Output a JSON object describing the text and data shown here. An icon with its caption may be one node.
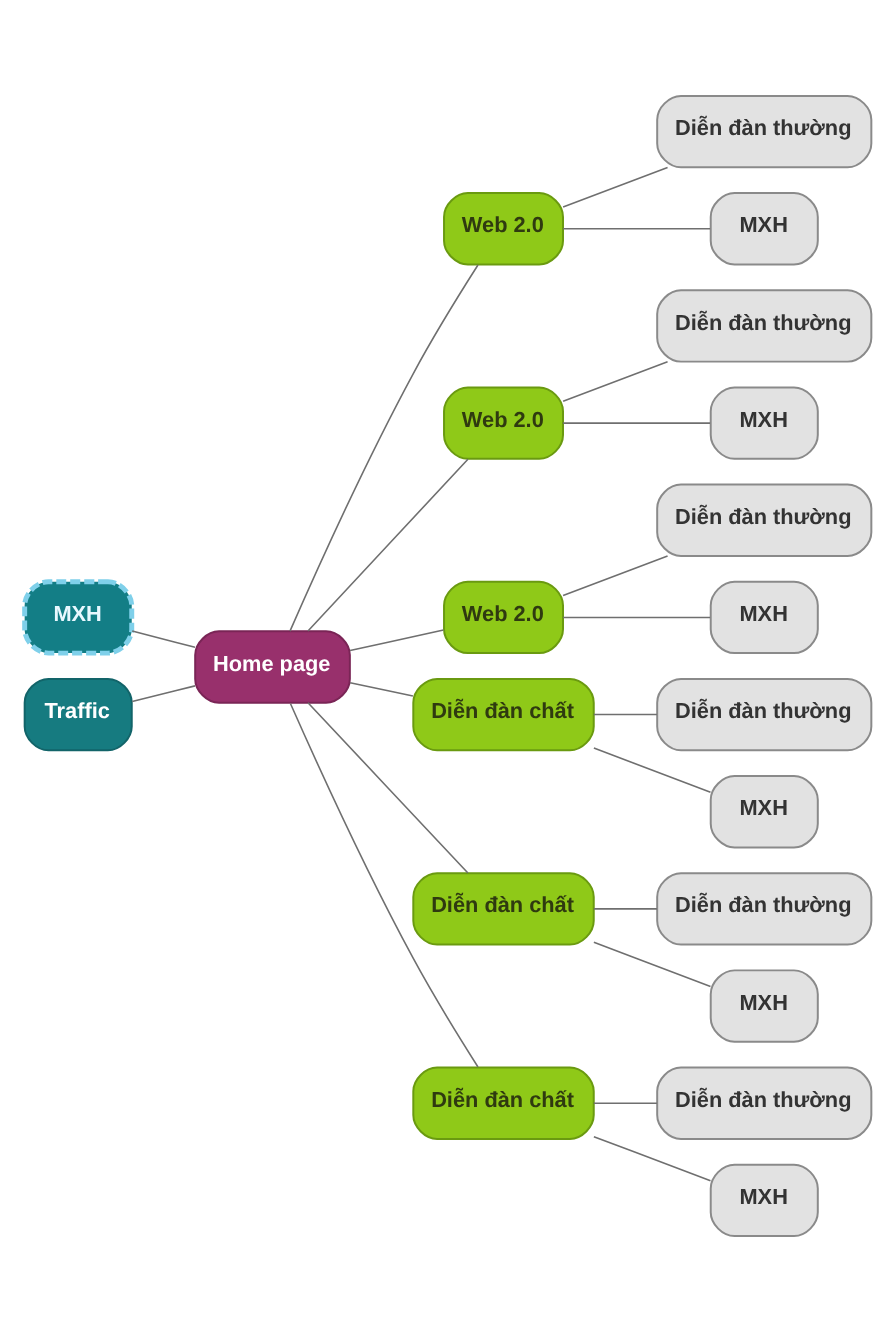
{
  "diagram": {
    "nodes": [
      {
        "text": [
          "Home page"
        ]
      },
      {
        "text": [
          "MXH"
        ]
      },
      {
        "text": [
          "Traffic"
        ]
      },
      {
        "text": [
          "Web 2.0"
        ]
      },
      {
        "text": [
          "Diễn đàn thường"
        ]
      },
      {
        "text": [
          "MXH"
        ]
      },
      {
        "text": [
          "Web 2.0"
        ]
      },
      {
        "text": [
          "Diễn đàn thường"
        ]
      },
      {
        "text": [
          "MXH"
        ]
      },
      {
        "text": [
          "Web 2.0"
        ]
      },
      {
        "text": [
          "Diễn đàn thường"
        ]
      },
      {
        "text": [
          "MXH"
        ]
      },
      {
        "text": [
          "Diễn đàn chất"
        ]
      },
      {
        "text": [
          "Diễn đàn thường"
        ]
      },
      {
        "text": [
          "MXH"
        ]
      },
      {
        "text": [
          "Diễn đàn chất"
        ]
      },
      {
        "text": [
          "Diễn đàn thường"
        ]
      },
      {
        "text": [
          "MXH"
        ]
      },
      {
        "text": [
          "Diễn đàn chất"
        ]
      },
      {
        "text": [
          "Diễn đàn thường"
        ]
      },
      {
        "text": [
          "MXH"
        ]
      }
    ],
    "edges": [
      {
        "from": 1,
        "to": 0,
        "arrow": "none"
      },
      {
        "from": 2,
        "to": 0,
        "arrow": "none"
      },
      {
        "from": 0,
        "to": 3,
        "arrow": "none"
      },
      {
        "from": 3,
        "to": 4,
        "arrow": "none"
      },
      {
        "from": 3,
        "to": 5,
        "arrow": "none"
      },
      {
        "from": 0,
        "to": 6,
        "arrow": "none"
      },
      {
        "from": 6,
        "to": 7,
        "arrow": "none"
      },
      {
        "from": 6,
        "to": 8,
        "arrow": "none"
      },
      {
        "from": 0,
        "to": 9,
        "arrow": "none"
      },
      {
        "from": 9,
        "to": 10,
        "arrow": "none"
      },
      {
        "from": 9,
        "to": 11,
        "arrow": "none"
      },
      {
        "from": 0,
        "to": 12,
        "arrow": "none"
      },
      {
        "from": 12,
        "to": 13,
        "arrow": "none"
      },
      {
        "from": 12,
        "to": 14,
        "arrow": "none"
      },
      {
        "from": 0,
        "to": 15,
        "arrow": "none"
      },
      {
        "from": 15,
        "to": 16,
        "arrow": "none"
      },
      {
        "from": 15,
        "to": 17,
        "arrow": "none"
      },
      {
        "from": 0,
        "to": 18,
        "arrow": "none"
      },
      {
        "from": 18,
        "to": 19,
        "arrow": "none"
      },
      {
        "from": 18,
        "to": 20,
        "arrow": "none"
      }
    ]
  }
}
